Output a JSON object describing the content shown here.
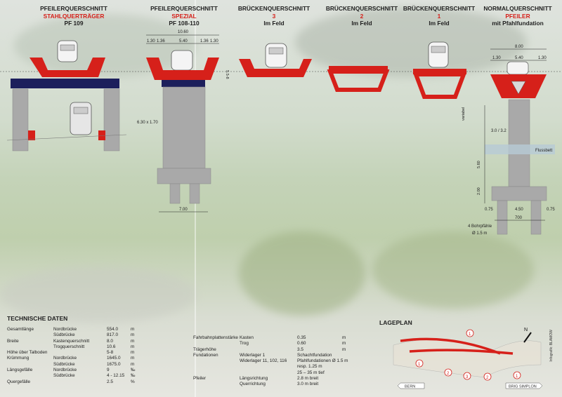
{
  "headers": [
    {
      "line1": "PFEILERQUERSCHNITT",
      "line2": "STAHLQUERTRÄGER",
      "line3": "PF 109"
    },
    {
      "line1": "PFEILERQUERSCHNITT",
      "line2": "SPEZIAL",
      "line3": "PF 108-110"
    },
    {
      "line1": "BRÜCKENQUERSCHNITT",
      "line2": "3",
      "line3": "Im Feld"
    },
    {
      "line1": "BRÜCKENQUERSCHNITT",
      "line2": "2",
      "line3": "Im Feld"
    },
    {
      "line1": "BRÜCKENQUERSCHNITT",
      "line2": "1",
      "line3": "Im Feld"
    },
    {
      "line1": "NORMALQUERSCHNITT",
      "line2": "PFEILER",
      "line3": "mit Pfahlfundation"
    }
  ],
  "dims": {
    "special_total": "10.60",
    "special_a": "1.30",
    "special_b": "1.36",
    "special_c": "5.40",
    "special_d": "1.36",
    "special_e": "1.30",
    "special_height": "5.5-8",
    "special_pier": "6.30 x 1.70",
    "special_base": "7.00",
    "normal_total": "8.00",
    "normal_a": "1.30",
    "normal_b": "5.40",
    "normal_c": "1.30",
    "normal_variabel": "variabel",
    "normal_pier": "3.0 / 3.2",
    "normal_flussbett": "Flussbett",
    "normal_560": "5.60",
    "normal_200": "2.00",
    "normal_075a": "0.75",
    "normal_450": "4.50",
    "normal_075b": "0.75",
    "normal_700": "700",
    "normal_piles": "4 Bohrpfähle",
    "normal_pile_d": "Ø 1.5 m"
  },
  "technische_daten": {
    "title": "TECHNISCHE DATEN",
    "rows": [
      {
        "label": "Gesamtlänge",
        "sub": "Nordbrücke",
        "value": "554.0",
        "unit": "m"
      },
      {
        "label": "",
        "sub": "Südbrücke",
        "value": "817.0",
        "unit": "m"
      },
      {
        "label": "Breite",
        "sub": "Kastenquerschnitt",
        "value": "8.0",
        "unit": "m"
      },
      {
        "label": "",
        "sub": "Trogquerschnitt",
        "value": "10.6",
        "unit": "m"
      },
      {
        "label": "Höhe über Talboden",
        "sub": "",
        "value": "5-8",
        "unit": "m"
      },
      {
        "label": "Krümmung",
        "sub": "Nordbrücke",
        "value": "1645.0",
        "unit": "m"
      },
      {
        "label": "",
        "sub": "Südbrücke",
        "value": "1675.0",
        "unit": "m"
      },
      {
        "label": "Längsgefälle",
        "sub": "Nordbrücke",
        "value": "9",
        "unit": "‰"
      },
      {
        "label": "",
        "sub": "Südbrücke",
        "value": "4 - 12.15",
        "unit": "‰"
      },
      {
        "label": "Quergefälle",
        "sub": "",
        "value": "2.5",
        "unit": "%"
      }
    ],
    "rows2": [
      {
        "label": "Fahrbahnplattenstärke",
        "sub": "Kasten",
        "value": "0.35",
        "unit": "m"
      },
      {
        "label": "",
        "sub": "Trog",
        "value": "0.60",
        "unit": "m"
      },
      {
        "label": "Trägerhöhe",
        "sub": "",
        "value": "3.5",
        "unit": "m"
      },
      {
        "label": "Fundationen",
        "sub": "Widerlager 1",
        "value": "Schachtfundation",
        "unit": ""
      },
      {
        "label": "",
        "sub": "Widerlager 11, 102, 116",
        "value": "Pfahlfundationen Ø 1.5 m",
        "unit": ""
      },
      {
        "label": "",
        "sub": "",
        "value": "resp. 1.25 m",
        "unit": ""
      },
      {
        "label": "",
        "sub": "",
        "value": "25 – 35 m tief",
        "unit": ""
      },
      {
        "label": "Pfeiler",
        "sub": "Längsrichtung",
        "value": "2.8 m breit",
        "unit": ""
      },
      {
        "label": "",
        "sub": "Querrichtung",
        "value": "3.0 m breit",
        "unit": ""
      }
    ]
  },
  "lageplan": {
    "title": "LAGEPLAN",
    "north": "N",
    "left_label": "BERN",
    "right_label": "BRIG SIMPLON",
    "markers": [
      "1",
      "1",
      "2",
      "3",
      "2",
      "1"
    ]
  },
  "credit": "Infografik: BLAMOW",
  "colors": {
    "red": "#d6201a",
    "steel": "#1c1f5c",
    "concrete": "#a9a9a9"
  }
}
